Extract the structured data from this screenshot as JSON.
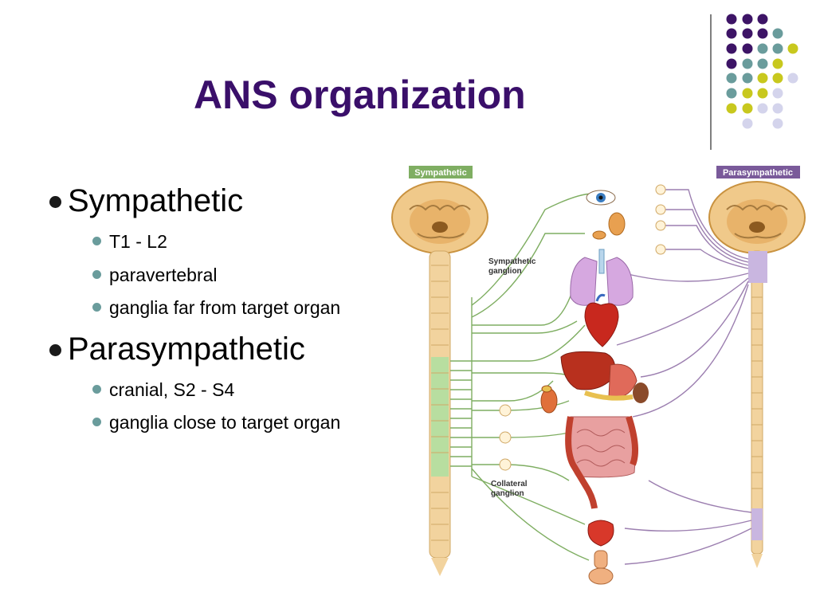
{
  "slide": {
    "title": "ANS organization",
    "bullets": [
      {
        "text": "Sympathetic",
        "sub": [
          "T1 - L2",
          "paravertebral",
          "ganglia far from target organ"
        ]
      },
      {
        "text": "Parasympathetic",
        "sub": [
          "cranial, S2 - S4",
          "ganglia close to target organ"
        ]
      }
    ]
  },
  "figure": {
    "label_sympathetic": "Sympathetic",
    "label_parasympathetic": "Parasympathetic",
    "label_sympathetic_ganglion_1": "Sympathetic",
    "label_sympathetic_ganglion_2": "ganglion",
    "label_collateral_1": "Collateral",
    "label_collateral_2": "ganglion"
  },
  "colors": {
    "title": "#3a0f6a",
    "purple_dot": "#3d1466",
    "teal_dot": "#6a9c9c",
    "yellow_dot": "#c8c81e",
    "lavender_dot": "#d4d4ec",
    "sympathetic_nerve": "#7fae62",
    "parasympathetic_nerve": "#9c7fb0",
    "spinal_cord": "#f2d39e"
  }
}
